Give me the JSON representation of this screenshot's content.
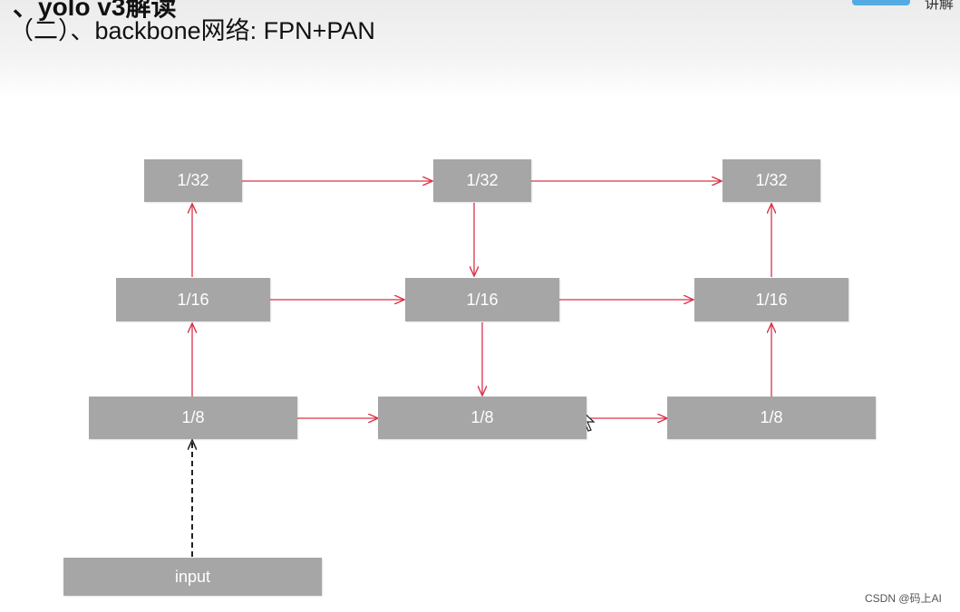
{
  "header": {
    "title_partial": "、yolo v3解读",
    "subtitle": "（二）、backbone网络: FPN+PAN",
    "logo_text": "讲解"
  },
  "diagram": {
    "input_label": "input",
    "column_1": [
      "1/32",
      "1/16",
      "1/8"
    ],
    "column_2": [
      "1/32",
      "1/16",
      "1/8"
    ],
    "column_3": [
      "1/32",
      "1/16",
      "1/8"
    ],
    "arrow_color": "#d9344a",
    "box_color": "#a6a6a6"
  },
  "watermark": "CSDN @码上AI"
}
